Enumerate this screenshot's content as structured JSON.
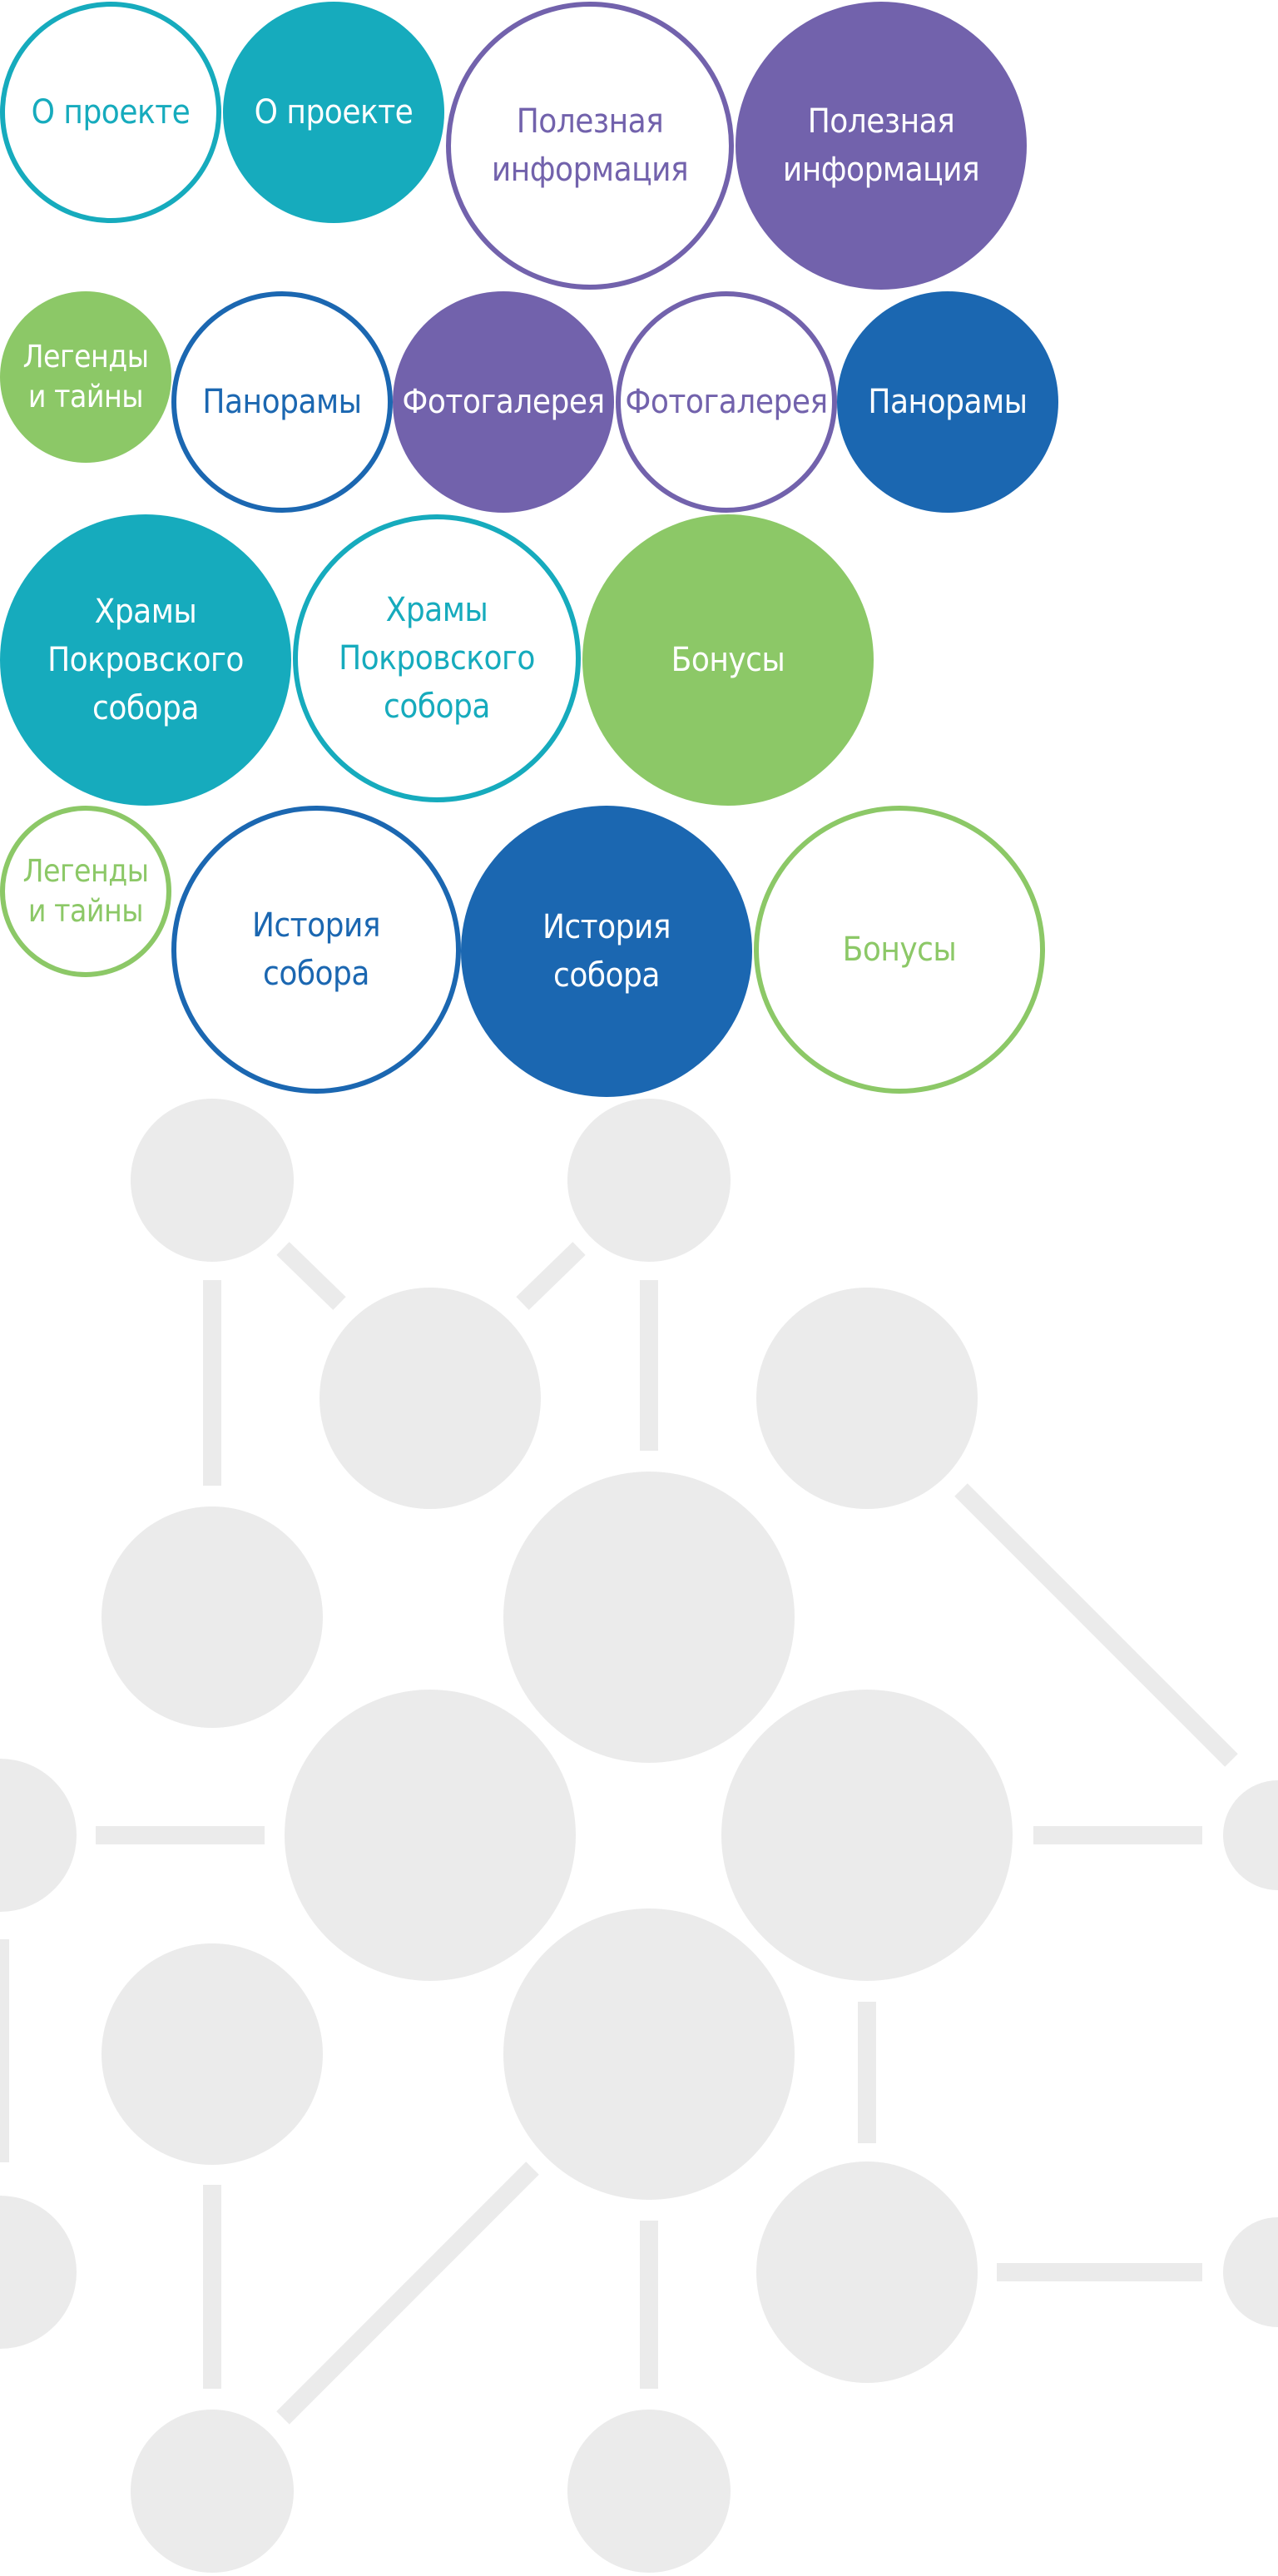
{
  "colors": {
    "teal": "#16abbd",
    "purple": "#7262ac",
    "green": "#8cc867",
    "blue": "#1b67b1",
    "network_gray": "#ebebeb"
  },
  "buttons": {
    "about_outline": "О проекте",
    "about_filled": "О проекте",
    "info_outline": "Полезная\nинформация",
    "info_filled": "Полезная\nинформация",
    "legends_filled": "Легенды\nи тайны",
    "panoramas_outline": "Панорамы",
    "photogallery_filled": "Фотогалерея",
    "photogallery_outline": "Фотогалерея",
    "panoramas_filled": "Панорамы",
    "temples_filled": "Храмы\nПокровского\nсобора",
    "temples_outline": "Храмы\nПокровского\nсобора",
    "bonuses_filled": "Бонусы",
    "legends_outline": "Легенды\nи тайны",
    "history_outline": "История\nсобора",
    "history_filled": "История\nсобора",
    "bonuses_outline": "Бонусы"
  }
}
